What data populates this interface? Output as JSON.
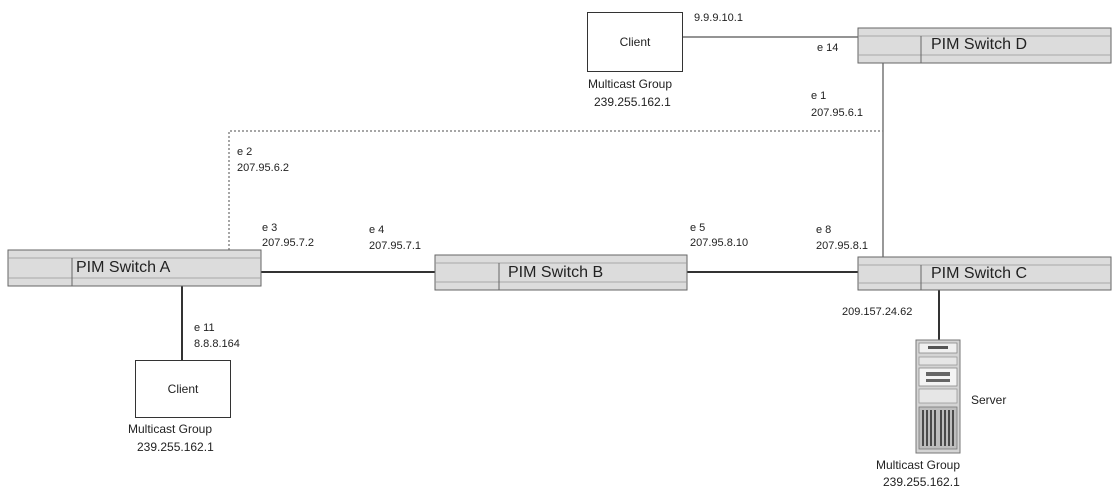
{
  "switches": {
    "a": {
      "name": "PIM Switch A"
    },
    "b": {
      "name": "PIM Switch B"
    },
    "c": {
      "name": "PIM Switch C"
    },
    "d": {
      "name": "PIM Switch D"
    }
  },
  "clients": {
    "top": {
      "label": "Client",
      "group_title": "Multicast Group",
      "group_address": "239.255.162.1"
    },
    "bottom": {
      "label": "Client",
      "group_title": "Multicast Group",
      "group_address": "239.255.162.1"
    }
  },
  "server": {
    "label": "Server",
    "group_title": "Multicast Group",
    "group_address": "239.255.162.1"
  },
  "interfaces": {
    "top_client_ip": "9.9.9.10.1",
    "d_e14": "e 14",
    "d_e1": "e 1",
    "d_e1_ip": "207.95.6.1",
    "a_e2": "e 2",
    "a_e2_ip": "207.95.6.2",
    "a_e3": "e 3",
    "a_e3_ip": "207.95.7.2",
    "b_e4": "e 4",
    "b_e4_ip": "207.95.7.1",
    "b_e5": "e 5",
    "b_e5_ip": "207.95.8.10",
    "c_e8": "e 8",
    "c_e8_ip": "207.95.8.1",
    "a_e11": "e 11",
    "a_e11_ip": "8.8.8.164",
    "c_server_ip": "209.157.24.62"
  },
  "colors": {
    "switch_fill": "#dcdcdc",
    "switch_stripe": "#bdbdbd",
    "line": "#333333",
    "dotted_link": "#777777"
  }
}
